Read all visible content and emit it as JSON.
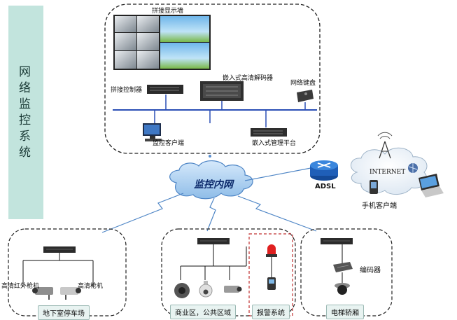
{
  "sidebar": {
    "title": "网络监控系统"
  },
  "center": {
    "video_wall": "拼接显示墙",
    "splice_controller": "拼接控制器",
    "hd_decoder": "嵌入式高清解码器",
    "network_keyboard": "网络键盘",
    "monitor_client": "监控客户端",
    "management_platform": "嵌入式管理平台"
  },
  "network": {
    "intranet": "监控内网",
    "adsl": "ADSL",
    "internet": "INTERNET",
    "mobile_client": "手机客户端"
  },
  "zones": {
    "parking": {
      "left_camera": "高清红外枪机",
      "right_camera": "高清枪机",
      "label": "地下室停车场"
    },
    "commercial": {
      "label": "商业区，公共区域"
    },
    "alarm": {
      "label": "报警系统"
    },
    "elevator": {
      "encoder": "编码器",
      "label": "电梯轿厢"
    }
  },
  "colors": {
    "sidebar_bg": "#c2e4dd",
    "lan_line": "#2a4fb5",
    "cloud_fill": "#b8d6f2"
  }
}
